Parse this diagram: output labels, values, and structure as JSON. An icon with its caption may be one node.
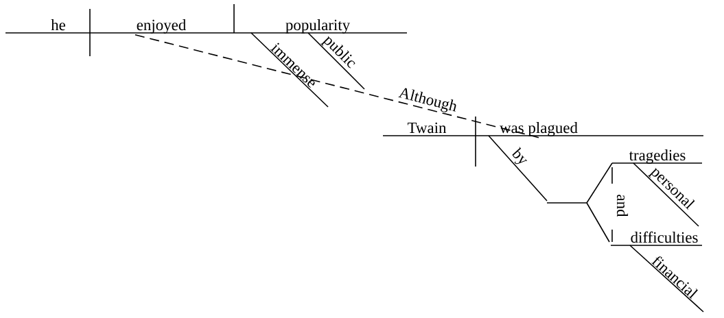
{
  "diagram": {
    "nodes": [
      {
        "text": [
          "enjoyed"
        ]
      },
      {
        "text": [
          "was plagued"
        ]
      }
    ],
    "edges": [
      {
        "from": 0,
        "to": 1,
        "arrow": "none",
        "style": "dashed",
        "label": "Although"
      }
    ],
    "labels": [
      "he",
      "popularity",
      "immense",
      "public",
      "Twain",
      "by",
      "tragedies",
      "personal",
      "and",
      "difficulties",
      "financial"
    ]
  }
}
